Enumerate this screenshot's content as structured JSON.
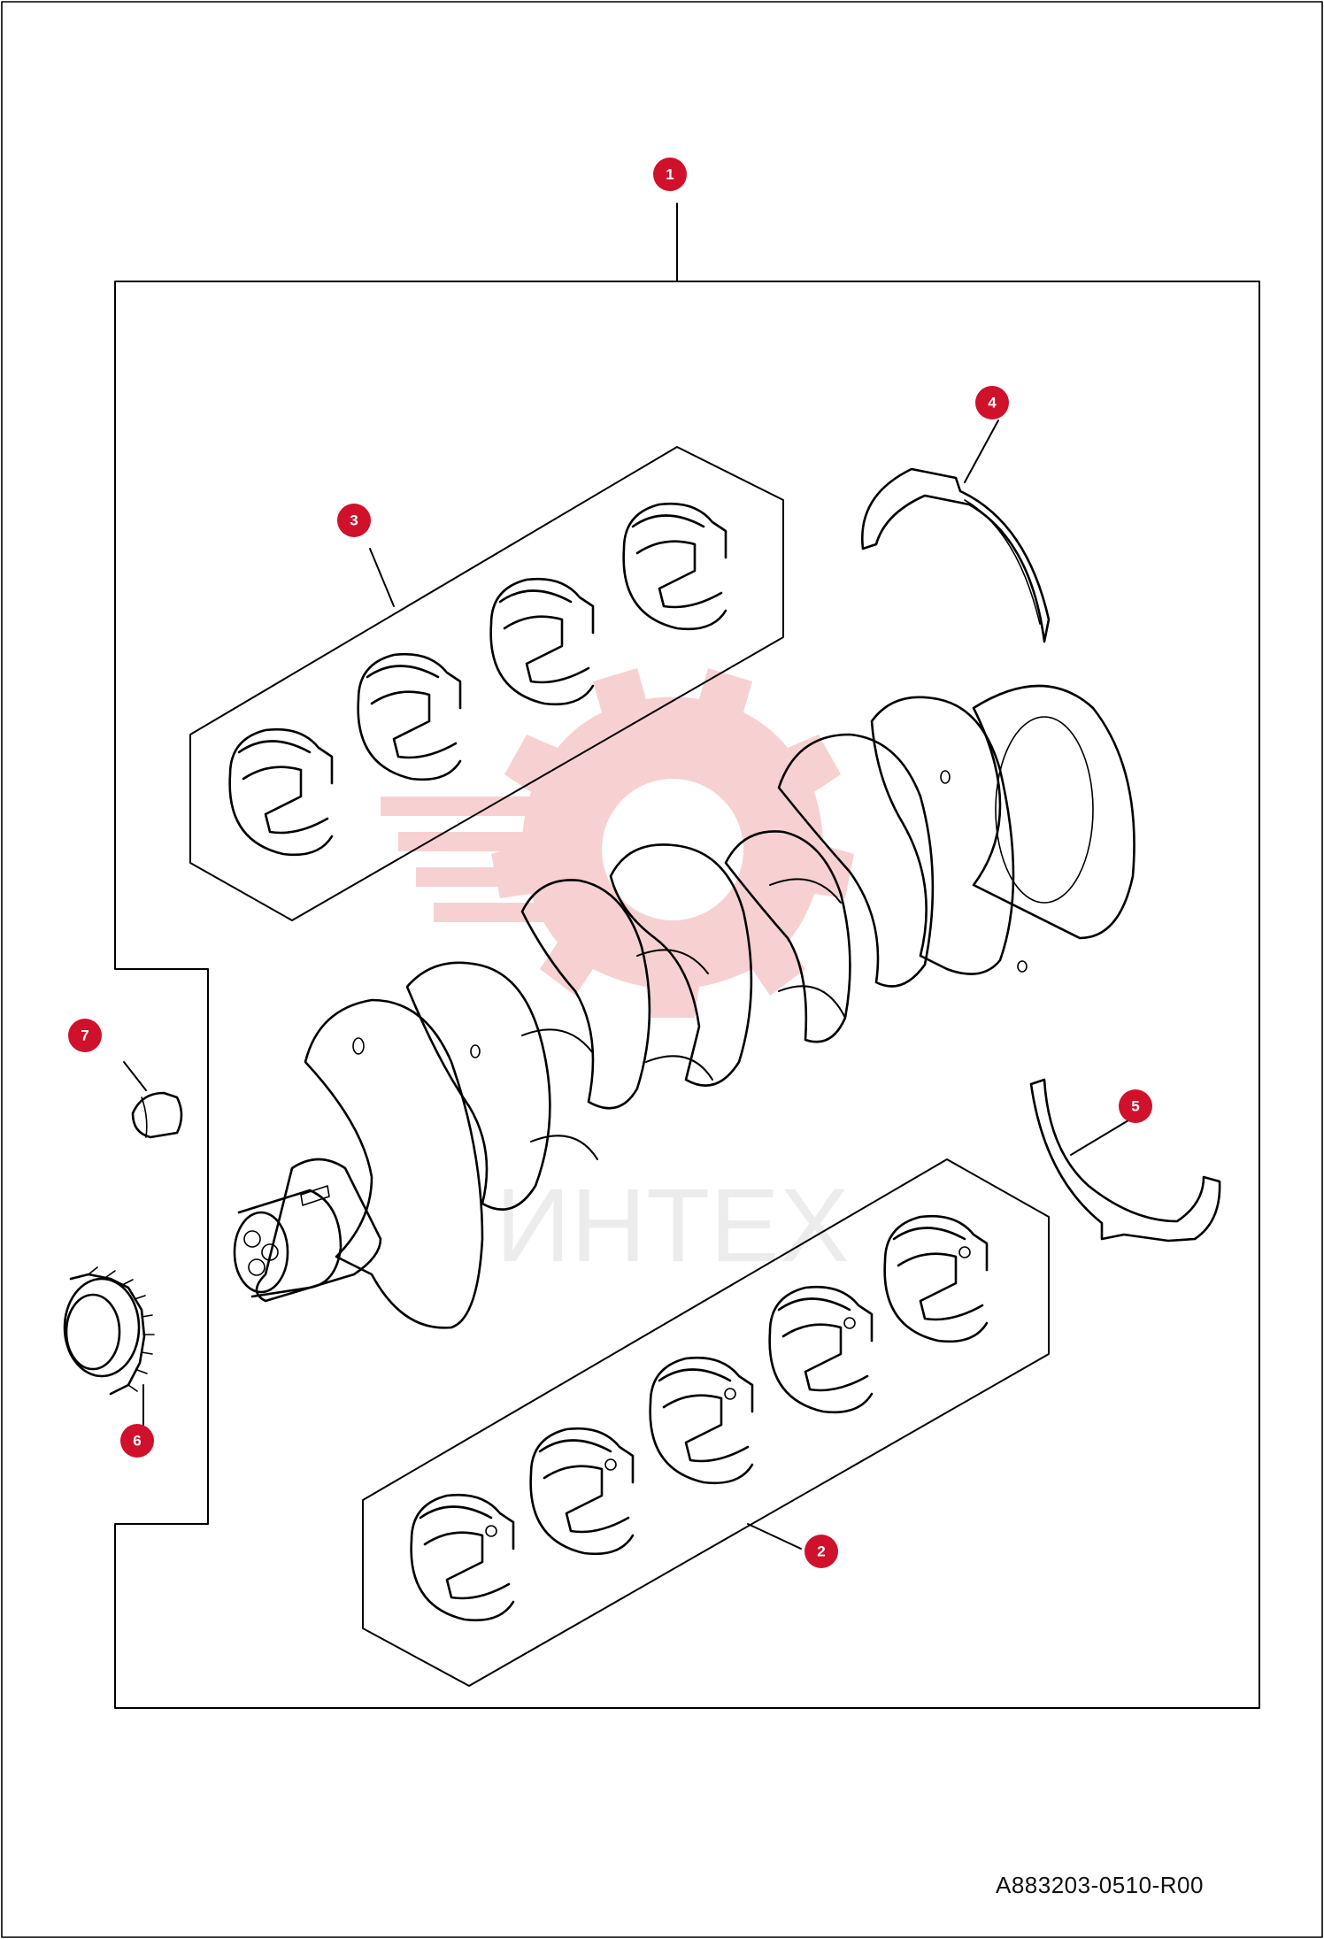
{
  "diagram": {
    "reference_code": "A883203-0510-R00",
    "watermark_text": "ИНТЕХ",
    "watermark_logo_icon": "gear-logo-icon",
    "callout_color": "#d0112b",
    "callouts": [
      {
        "number": "1",
        "part": "crankshaft-assembly-kit"
      },
      {
        "number": "2",
        "part": "main-bearing-set"
      },
      {
        "number": "3",
        "part": "connecting-rod-bearing-set"
      },
      {
        "number": "4",
        "part": "upper-thrust-washer"
      },
      {
        "number": "5",
        "part": "lower-thrust-washer"
      },
      {
        "number": "6",
        "part": "crankshaft-gear"
      },
      {
        "number": "7",
        "part": "woodruff-key"
      }
    ]
  }
}
